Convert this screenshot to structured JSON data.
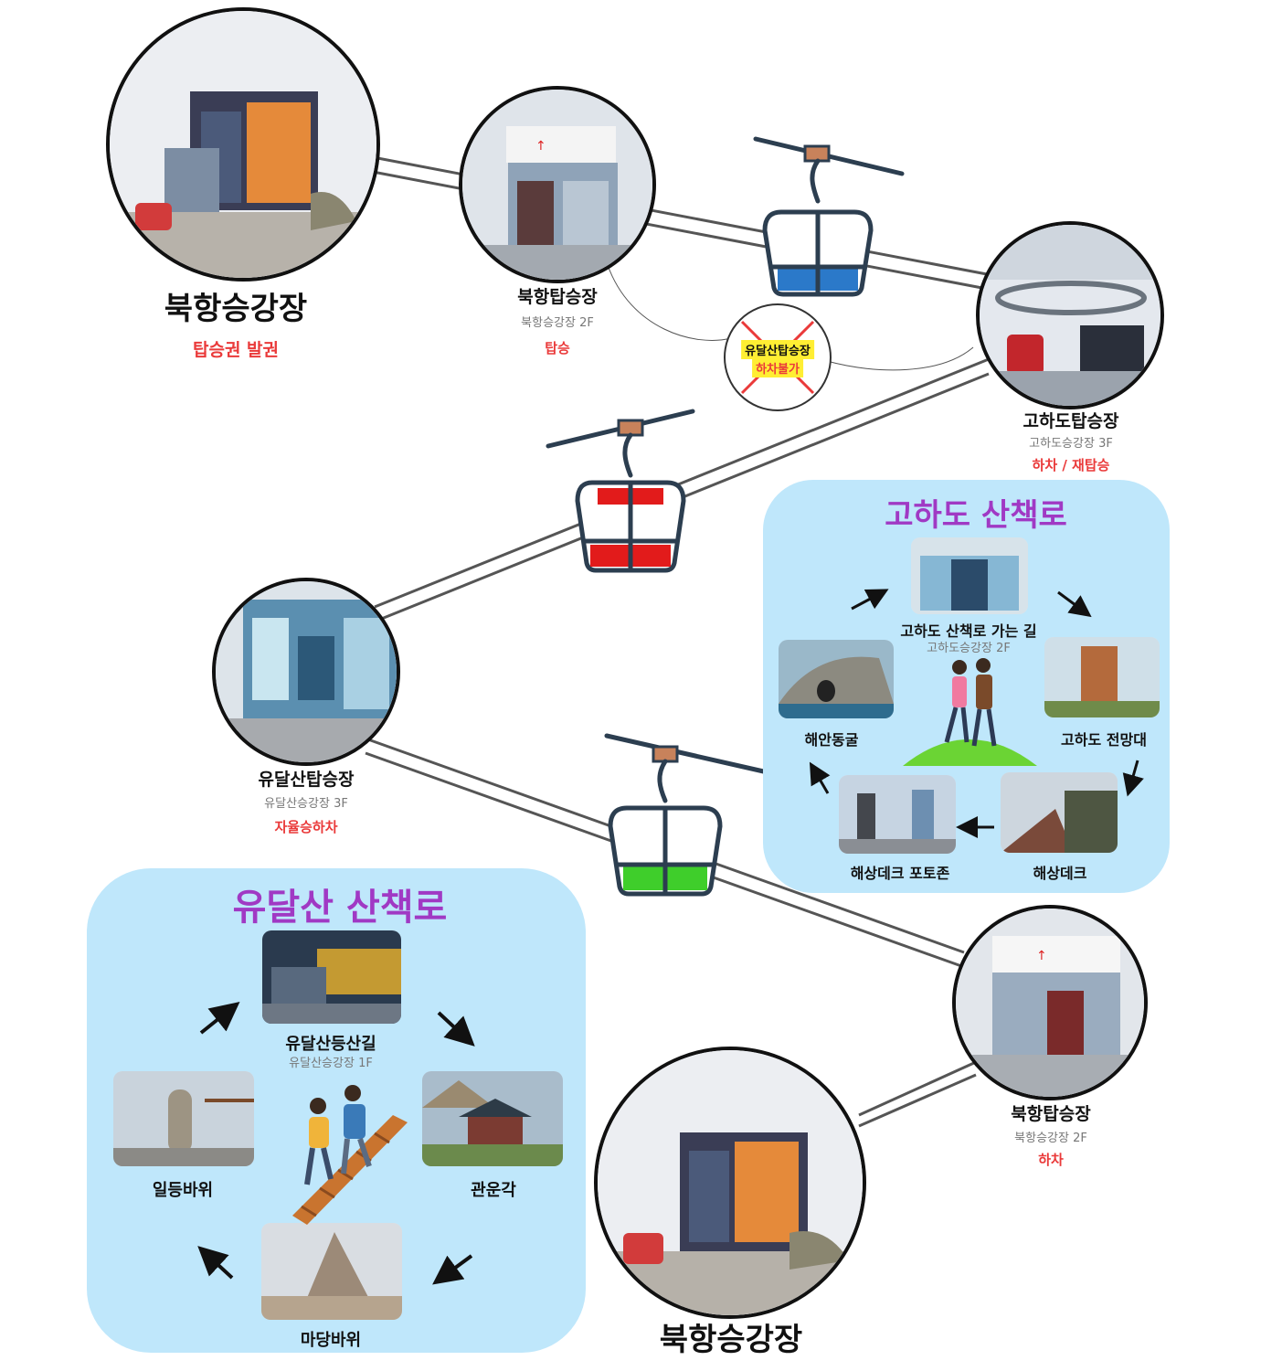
{
  "stations": {
    "bukhang_start": {
      "name": "북항승강장",
      "action": "탑승권 발권"
    },
    "bukhang_tower_board": {
      "name": "북항탑승장",
      "floor": "북항승강장 2F",
      "action": "탑승"
    },
    "gohado_tower": {
      "name": "고하도탑승장",
      "floor": "고하도승강장 3F",
      "action": "하차 / 재탑승"
    },
    "yudalsan_tower": {
      "name": "유달산탑승장",
      "floor": "유달산승강장 3F",
      "action": "자율승하차"
    },
    "bukhang_tower_exit": {
      "name": "북항탑승장",
      "floor": "북항승강장 2F",
      "action": "하차"
    },
    "bukhang_end": {
      "name": "북항승강장"
    }
  },
  "no_stop": {
    "line1": "유달산탑승장",
    "line2": "하차불가"
  },
  "gohado_trail": {
    "title": "고하도 산책로",
    "stops": [
      {
        "name": "고하도 산책로 가는 길",
        "floor": "고하도승강장 2F"
      },
      {
        "name": "고하도 전망대"
      },
      {
        "name": "해상데크"
      },
      {
        "name": "해상데크 포토존"
      },
      {
        "name": "해안동굴"
      }
    ]
  },
  "yudalsan_trail": {
    "title": "유달산 산책로",
    "stops": [
      {
        "name": "유달산등산길",
        "floor": "유달산승강장 1F"
      },
      {
        "name": "관운각"
      },
      {
        "name": "마당바위"
      },
      {
        "name": "일등바위"
      }
    ]
  },
  "cabins": [
    {
      "name": "blue-cabin",
      "color": "#2b79c9"
    },
    {
      "name": "red-cabin",
      "color": "#e21b1b"
    },
    {
      "name": "green-cabin",
      "color": "#3fce2b"
    }
  ],
  "colors": {
    "accent_red": "#ea3a3a",
    "panel_bg": "#bfe7fb",
    "title_purple": "#a039c4",
    "outline": "#2c3e50"
  }
}
